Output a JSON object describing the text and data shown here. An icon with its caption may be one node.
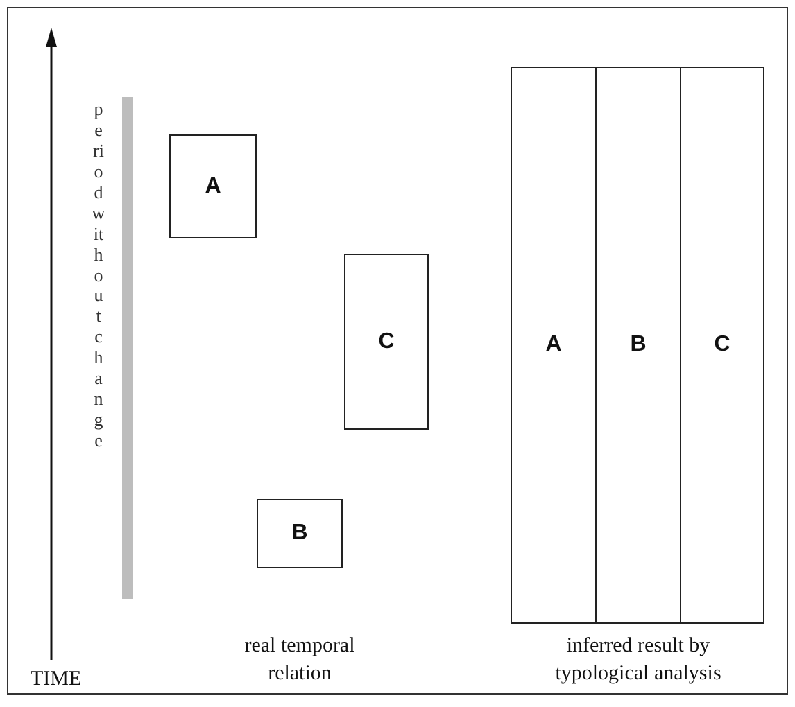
{
  "diagram": {
    "nodes": [
      {
        "text": [
          "A"
        ]
      },
      {
        "text": [
          "C"
        ]
      },
      {
        "text": [
          "B"
        ]
      },
      {
        "text": [
          "A"
        ]
      },
      {
        "text": [
          "B"
        ]
      },
      {
        "text": [
          "C"
        ]
      }
    ],
    "labels": [
      "period without change",
      "TIME",
      "real temporal relation",
      "inferred result by typological analysis"
    ]
  }
}
